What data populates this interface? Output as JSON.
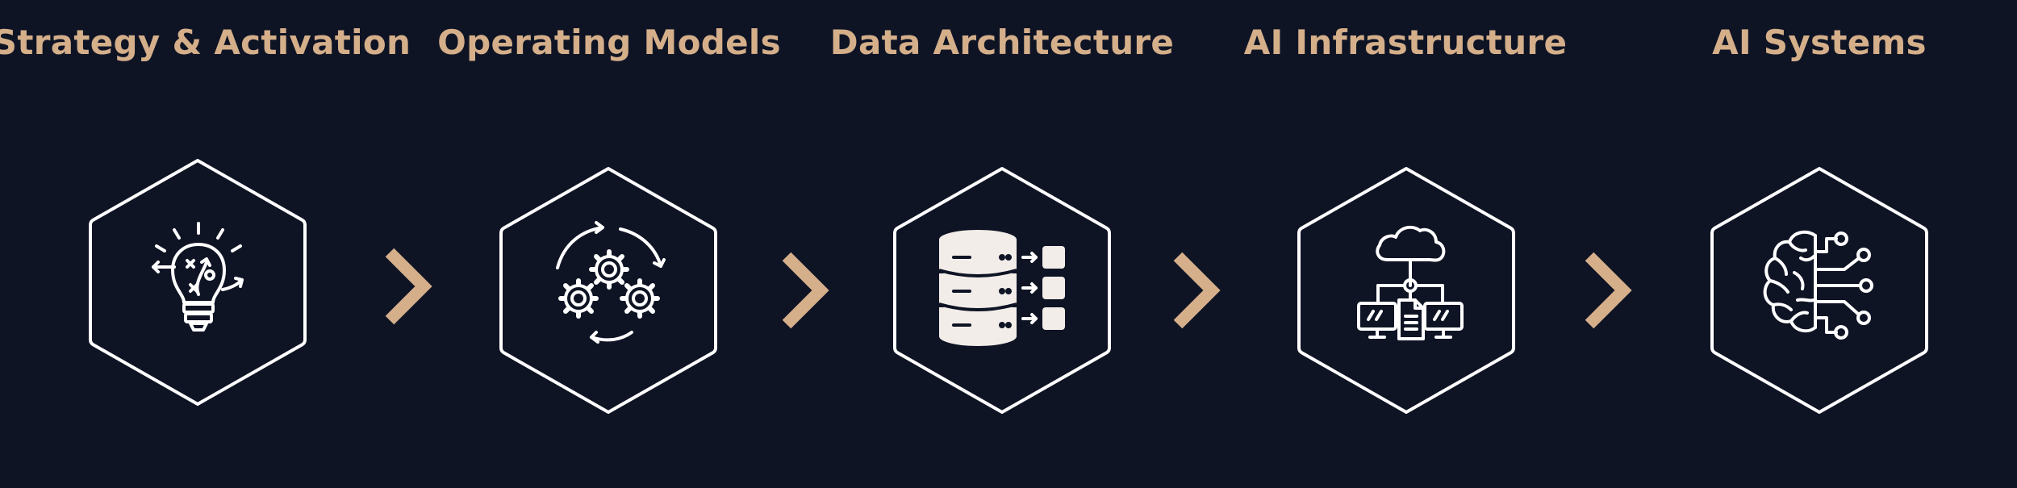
{
  "stages": [
    {
      "title": "Strategy & Activation",
      "icon": "lightbulb-strategy-icon"
    },
    {
      "title": "Operating Models",
      "icon": "gears-cycle-icon"
    },
    {
      "title": "Data Architecture",
      "icon": "database-icon"
    },
    {
      "title": "AI Infrastructure",
      "icon": "cloud-network-icon"
    },
    {
      "title": "AI Systems",
      "icon": "brain-circuit-icon"
    }
  ],
  "colors": {
    "background": "#0f1425",
    "accent": "#d4af8a",
    "line": "#ffffff",
    "db_fill": "#f2ede8"
  }
}
